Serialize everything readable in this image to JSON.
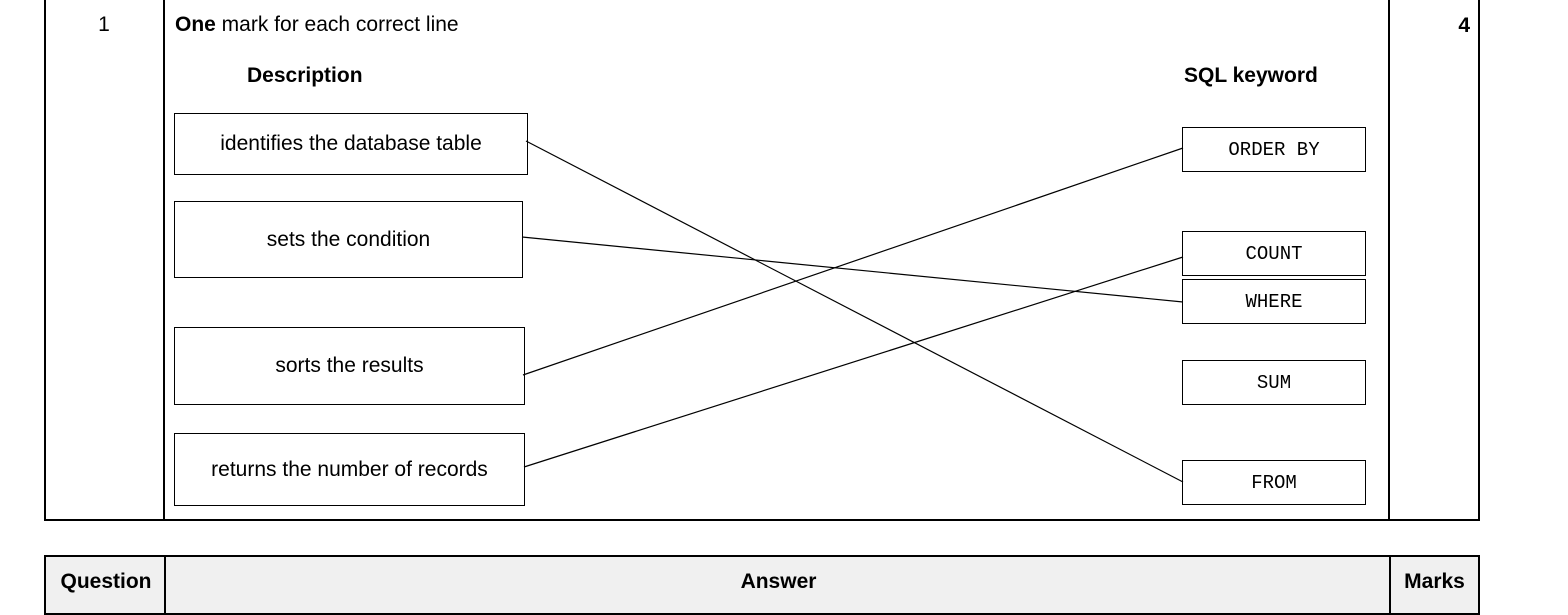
{
  "question": {
    "number": "1",
    "instruction_bold": "One",
    "instruction_rest": " mark for each correct line",
    "marks": "4"
  },
  "columns": {
    "description_heading": "Description",
    "keyword_heading": "SQL keyword"
  },
  "descriptions": [
    "identifies the database table",
    "sets the condition",
    "sorts the results",
    "returns the number of records"
  ],
  "keywords": [
    "ORDER BY",
    "COUNT",
    "WHERE",
    "SUM",
    "FROM"
  ],
  "matches": [
    {
      "description": "identifies the database table",
      "keyword": "FROM"
    },
    {
      "description": "sets the condition",
      "keyword": "WHERE"
    },
    {
      "description": "sorts the results",
      "keyword": "ORDER BY"
    },
    {
      "description": "returns the number of records",
      "keyword": "COUNT"
    }
  ],
  "footer": {
    "question_header": "Question",
    "answer_header": "Answer",
    "marks_header": "Marks"
  }
}
